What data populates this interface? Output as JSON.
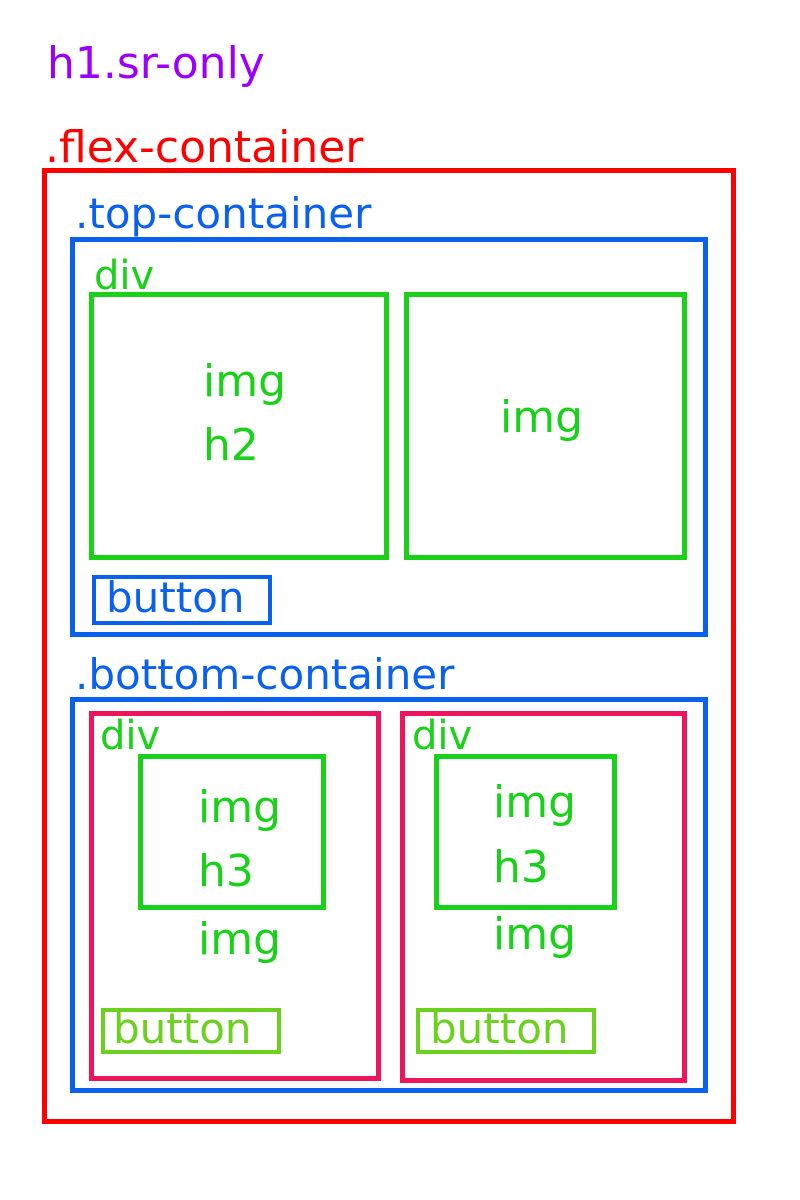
{
  "colors": {
    "purple": "#9b00ff",
    "red": "#ff0000",
    "blue": "#0a61f0",
    "green": "#18d118",
    "pink": "#f0145a",
    "lime": "#6bd01e"
  },
  "labels": {
    "h1": "h1.sr-only",
    "flex_container": ".flex-container",
    "top_container": ".top-container",
    "top_div": "div",
    "top_left_img": "img",
    "top_left_h2": "h2",
    "top_right_img": "img",
    "top_button": "button",
    "bottom_container": ".bottom-container",
    "bottom_left_div": "div",
    "bottom_left_img1": "img",
    "bottom_left_h3": "h3",
    "bottom_left_img2": "img",
    "bottom_left_button": "button",
    "bottom_right_div": "div",
    "bottom_right_img1": "img",
    "bottom_right_h3": "h3",
    "bottom_right_img2": "img",
    "bottom_right_button": "button"
  }
}
